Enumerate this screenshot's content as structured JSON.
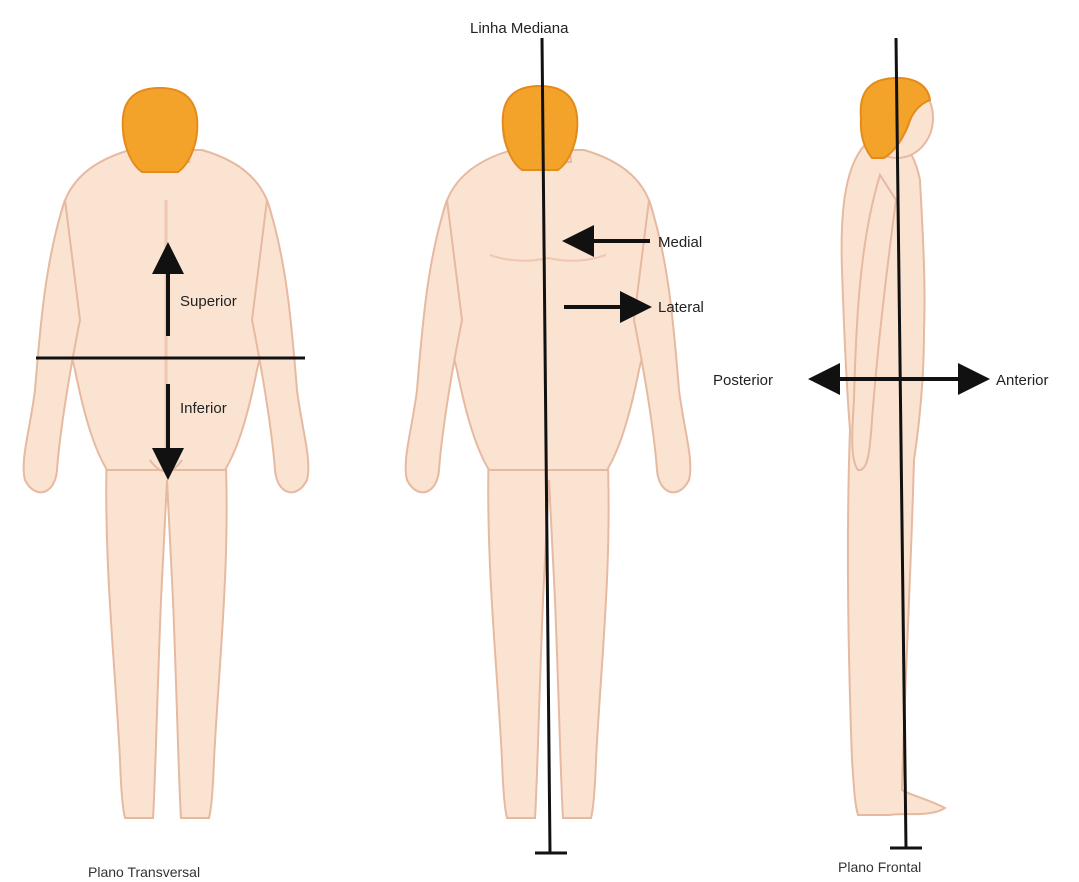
{
  "labels": {
    "superior": "Superior",
    "inferior": "Inferior",
    "linha_mediana": "Linha Mediana",
    "medial": "Medial",
    "lateral": "Lateral",
    "posterior": "Posterior",
    "anterior": "Anterior"
  },
  "captions": {
    "transversal": "Plano Transversal",
    "frontal": "Plano Frontal"
  },
  "colors": {
    "skin": "#fbe3d2",
    "skin_outline": "#e6b9a1",
    "hair": "#f4a32a",
    "hair_dark": "#e38b1b",
    "line": "#111111"
  }
}
